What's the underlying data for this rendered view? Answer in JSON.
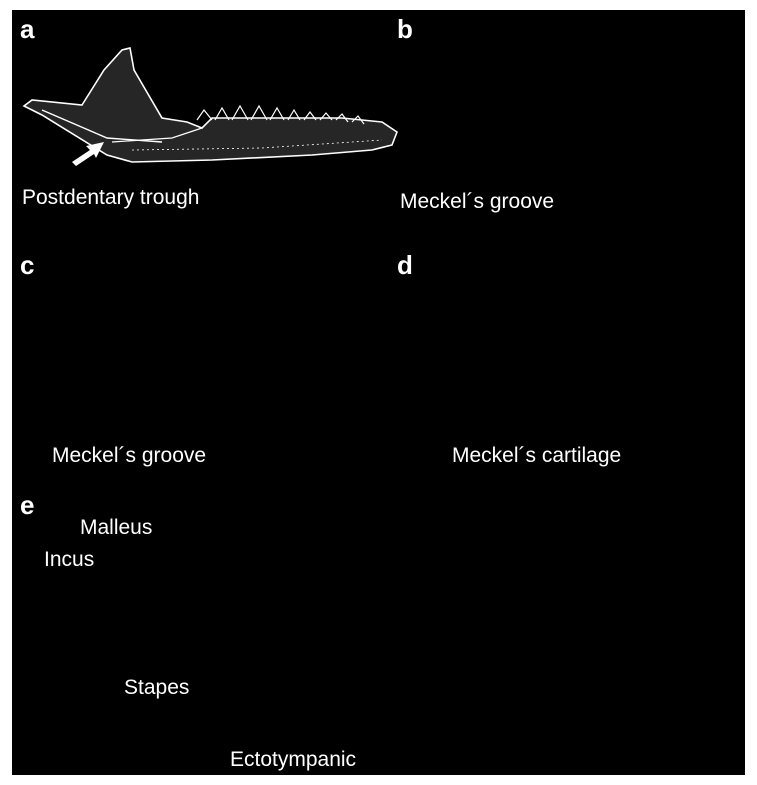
{
  "panels": {
    "a": {
      "letter": "a",
      "caption": "Postdentary trough"
    },
    "b": {
      "letter": "b",
      "caption": "Meckel´s groove"
    },
    "c": {
      "letter": "c",
      "caption": "Meckel´s groove"
    },
    "d": {
      "letter": "d",
      "caption": "Meckel´s cartilage"
    },
    "e": {
      "letter": "e",
      "labels": {
        "malleus": "Malleus",
        "incus": "Incus",
        "stapes": "Stapes",
        "ectotympanic": "Ectotympanic"
      }
    }
  },
  "colors": {
    "background": "#000000",
    "bone": "#e8e8e8",
    "drawing_fill": "#2a2a2a",
    "meckels_cartilage": "#3f8fd6",
    "malleus": "#f0a818",
    "incus": "#5ec8e0",
    "stapes": "#c0141a",
    "ectotympanic": "#1f8a2e",
    "tooth": "#8fcf3a"
  }
}
